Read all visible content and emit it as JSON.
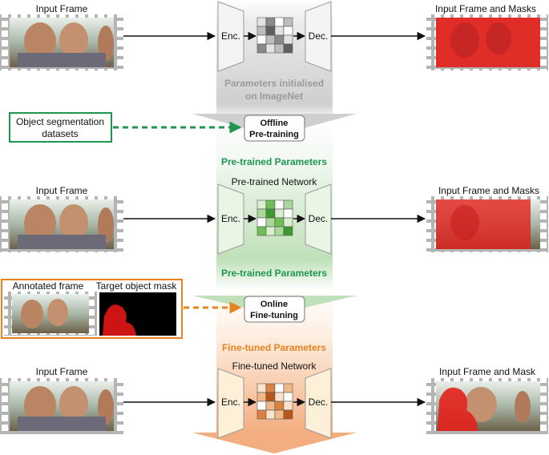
{
  "row1": {
    "input_label": "Input Frame",
    "encoder_label": "Enc.",
    "decoder_label": "Dec.",
    "output_label": "Input Frame and Masks"
  },
  "stage1_text_line1": "Parameters initialised",
  "stage1_text_line2": "on ImageNet",
  "datasets_box": {
    "line1": "Object segmentation",
    "line2": "datasets"
  },
  "offline_box": {
    "line1": "Offline",
    "line2": "Pre-training"
  },
  "pretrained_params_1": "Pre-trained Parameters",
  "row2": {
    "network_label": "Pre-trained Network",
    "input_label": "Input Frame",
    "encoder_label": "Enc.",
    "decoder_label": "Dec.",
    "output_label": "Input Frame and Masks"
  },
  "pretrained_params_2": "Pre-trained Parameters",
  "annotated": {
    "frame_label": "Annotated frame",
    "mask_label": "Target object mask"
  },
  "online_box": {
    "line1": "Online",
    "line2": "Fine-tuning"
  },
  "finetuned_params": "Fine-tuned Parameters",
  "row3": {
    "network_label": "Fine-tuned Network",
    "input_label": "Input Frame",
    "encoder_label": "Enc.",
    "decoder_label": "Dec.",
    "output_label": "Input Frame and Mask"
  },
  "colors": {
    "gray": "#c8c8c8",
    "green": "#1e9650",
    "orange": "#e8821e",
    "red_mask": "#e3201b"
  }
}
